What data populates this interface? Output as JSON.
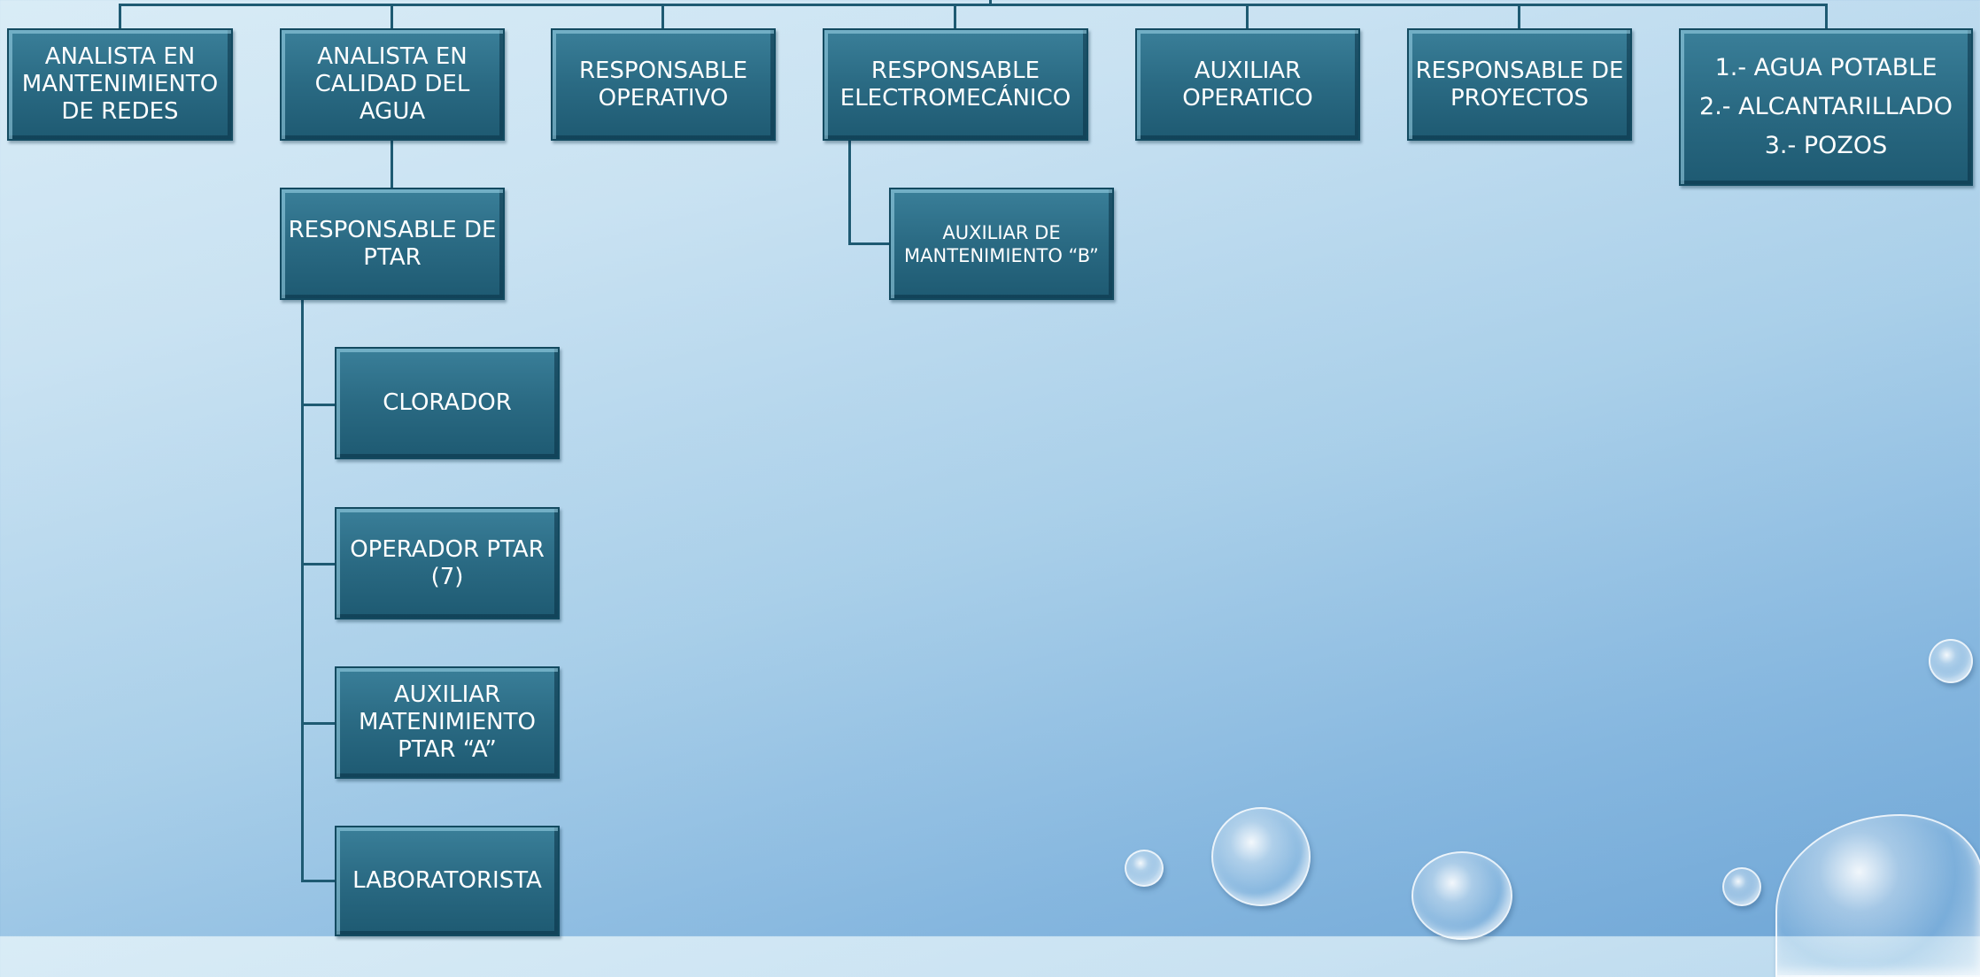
{
  "diagram": {
    "top_boxes": [
      {
        "id": "analista-redes",
        "label": "ANALISTA EN\nMANTENIMIENTO\nDE REDES"
      },
      {
        "id": "analista-agua",
        "label": "ANALISTA EN\nCALIDAD DEL\nAGUA"
      },
      {
        "id": "responsable-operativo",
        "label": "RESPONSABLE\nOPERATIVO"
      },
      {
        "id": "responsable-electromecanico",
        "label": "RESPONSABLE\nELECTROMECÁNICO"
      },
      {
        "id": "auxiliar-operatico",
        "label": "AUXILIAR\nOPERATICO"
      },
      {
        "id": "responsable-proyectos",
        "label": "RESPONSABLE DE\nPROYECTOS"
      },
      {
        "id": "lista-servicios",
        "label": "1.- AGUA POTABLE\n2.- ALCANTARILLADO\n3.- POZOS"
      }
    ],
    "sub_boxes": {
      "responsable_ptar": "RESPONSABLE DE\nPTAR",
      "auxiliar_b": "AUXILIAR DE\nMANTENIMIENTO “B”",
      "clorador": "CLORADOR",
      "operador_ptar": "OPERADOR PTAR\n(7)",
      "auxiliar_a": "AUXILIAR\nMATENIMIENTO\nPTAR “A”",
      "laboratorista": "LABORATORISTA"
    }
  },
  "colors": {
    "box": "#2a6a83",
    "line": "#1e5a72",
    "text": "#ffffff"
  }
}
